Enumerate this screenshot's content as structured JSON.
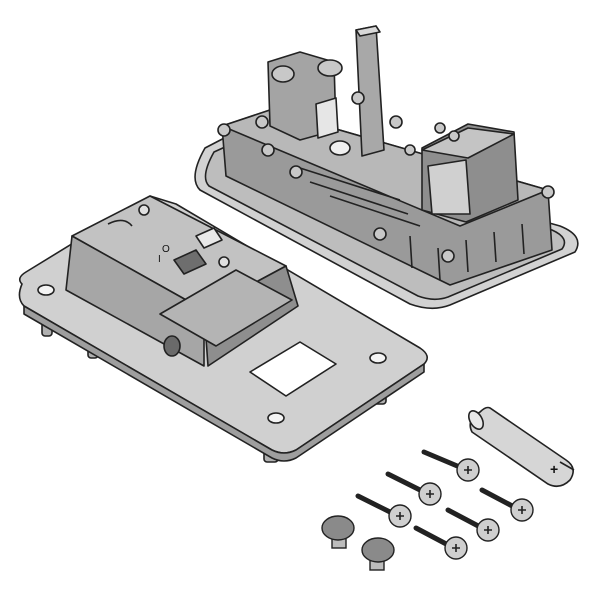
{
  "labels": {
    "battery_polarity": "+",
    "panel_mark_o": "O",
    "panel_mark_i": "I"
  },
  "parts": {
    "unit_body": "housing-with-switch",
    "mounting_frame": "mounting-plate",
    "battery": "aa-battery",
    "screws": 6,
    "caps": 2
  },
  "colors": {
    "stroke": "#222222",
    "light": "#d8d8d8",
    "mid": "#b4b4b4",
    "dark": "#8c8c8c",
    "white": "#ffffff"
  }
}
